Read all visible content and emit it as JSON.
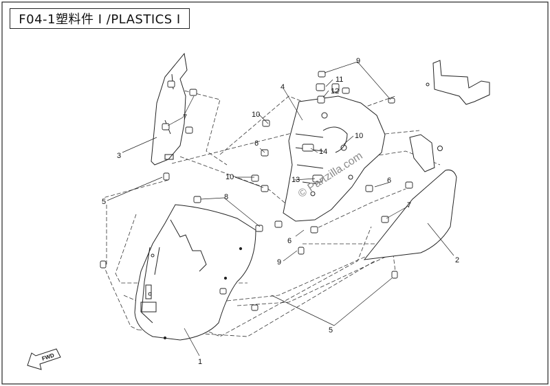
{
  "title": "F04-1塑料件 I /PLASTICS  I",
  "watermark": "© Partzilla.com",
  "fwd_label": "FWD",
  "callouts": [
    "1",
    "2",
    "3",
    "4",
    "5",
    "5",
    "6",
    "6",
    "6",
    "7",
    "7",
    "8",
    "9",
    "9",
    "10",
    "10",
    "10",
    "11",
    "12",
    "13",
    "14"
  ],
  "colors": {
    "line": "#222222",
    "watermark": "#8a8a8a",
    "background": "#ffffff"
  }
}
